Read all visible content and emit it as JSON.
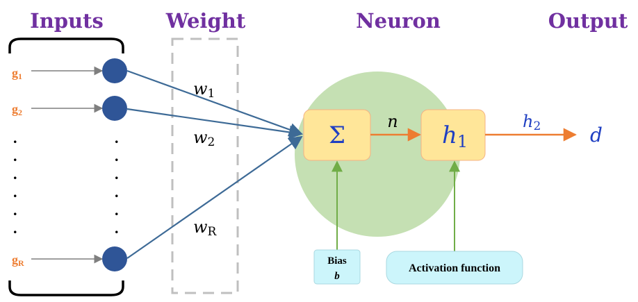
{
  "headers": {
    "inputs": "Inputs",
    "weight": "Weight",
    "neuron": "Neuron",
    "output": "Output"
  },
  "inputs": [
    {
      "base": "g",
      "sub": "1"
    },
    {
      "base": "g",
      "sub": "2"
    },
    {
      "base": "g",
      "sub": "R"
    }
  ],
  "weights": [
    {
      "base": "w",
      "sub": "1"
    },
    {
      "base": "w",
      "sub": "2"
    },
    {
      "base": "w",
      "sub": "R"
    }
  ],
  "neuron": {
    "sum_symbol": "Σ",
    "net_label": "n",
    "activation": {
      "base": "h",
      "sub": "1"
    },
    "output_signal": {
      "base": "h",
      "sub": "2"
    },
    "output_label": "d"
  },
  "bias": {
    "title": "Bias",
    "symbol": "b"
  },
  "activation_box": {
    "label": "Activation function"
  },
  "ellipsis": "."
}
